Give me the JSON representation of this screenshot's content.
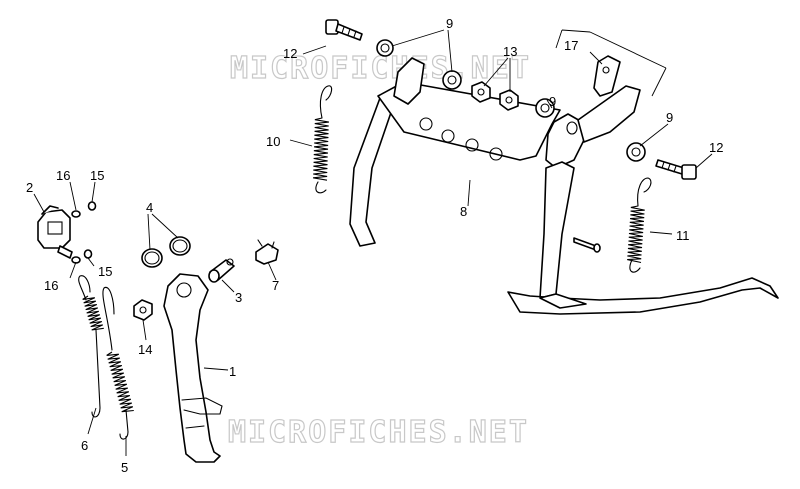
{
  "watermark": {
    "text": "MICROFICHES.NET"
  },
  "callouts": {
    "c1": "1",
    "c2": "2",
    "c3": "3",
    "c4": "4",
    "c5": "5",
    "c6": "6",
    "c7": "7",
    "c8": "8",
    "c9a": "9",
    "c9b": "9",
    "c9c": "9",
    "c10": "10",
    "c11": "11",
    "c12a": "12",
    "c12b": "12",
    "c13": "13",
    "c14": "14",
    "c15a": "15",
    "c15b": "15",
    "c16a": "16",
    "c16b": "16",
    "c17": "17"
  }
}
